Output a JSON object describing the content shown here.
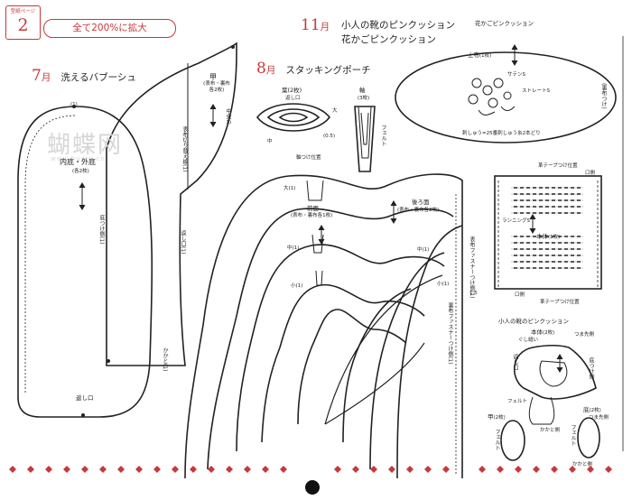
{
  "header": {
    "badge_label": "型紙ページ",
    "page_number": "2",
    "scale_note": "全て200%に拡大"
  },
  "watermark": {
    "text": "蝴蝶网",
    "subtext": "www.hudie.cn"
  },
  "sections": {
    "july": {
      "number": "7",
      "month_unit": "月",
      "title": "洗えるバブーシュ",
      "sole": {
        "name": "内底・外底",
        "count": "(各2枚)",
        "mark_top": "(1)",
        "side_label": "底つけ側(1)",
        "return_label": "返し口"
      },
      "upper": {
        "name": "甲",
        "count": "(表布・裏布 各2枚)",
        "center": "中央わ",
        "fold_label": "表布切り替え線(1)",
        "return_label": "返し口(1)",
        "heel_label": "かかと(1)"
      }
    },
    "august": {
      "number": "8",
      "month_unit": "月",
      "title": "スタッキングポーチ",
      "leaf": {
        "name": "葉",
        "count": "(2枚)",
        "return_label": "返し口",
        "size_large": "大",
        "size_medium": "中",
        "allowance": "(0.5)"
      },
      "stem": {
        "name": "軸",
        "count": "(3枚)",
        "felt_label": "フェルト"
      },
      "stem_position": "軸つけ位置",
      "front": {
        "name": "前面",
        "count": "(表布・裏布各1枚)"
      },
      "back": {
        "name": "後ろ面",
        "count": "(表布・裏布各2枚)"
      },
      "size_large": "大(1)",
      "size_medium": "中(1)",
      "size_small": "小(1)",
      "zip_label_1": "表布ファスナーつけ側(1)",
      "zip_label_2": "裏布ファスナーつけ側(1)",
      "allowance": "1.5"
    },
    "november": {
      "number": "11",
      "month_unit": "月",
      "title_1": "小人の靴のピンクッション",
      "title_2": "花かごピンクッション",
      "basket_title": "花かごピンクッション",
      "top": {
        "name": "上布",
        "count": "(1枚)",
        "satin": "サテンS",
        "straight": "ストレートS",
        "embroidery_note": "刺しゅう=25番刺しゅう糸2本どり",
        "side_label": "(裏布つけ)"
      },
      "body": {
        "name": "本体",
        "count": "(1枚)",
        "tape_top": "革テープつけ位置",
        "tape_bottom": "革テープつけ位置",
        "mark_top": "口側",
        "mark_bottom": "口側",
        "running": "ランニングS"
      },
      "shoe_title": "小人の靴のピンクッション",
      "shoe_body": {
        "name": "本体",
        "count": "(2枚)",
        "toe": "つま先側",
        "gather": "ぐし縫い",
        "felt": "フェルト",
        "return_label": "返し口",
        "heel": "かかと側",
        "hole_label": "底つけ側"
      },
      "upper_small": {
        "name": "甲",
        "count": "(2枚)",
        "felt": "フェルト"
      },
      "sole_small": {
        "name": "底",
        "count": "(2枚)",
        "toe": "つま先側",
        "felt": "フェルト",
        "heel": "かかと側",
        "heel_bottom": "かかと側"
      }
    }
  }
}
